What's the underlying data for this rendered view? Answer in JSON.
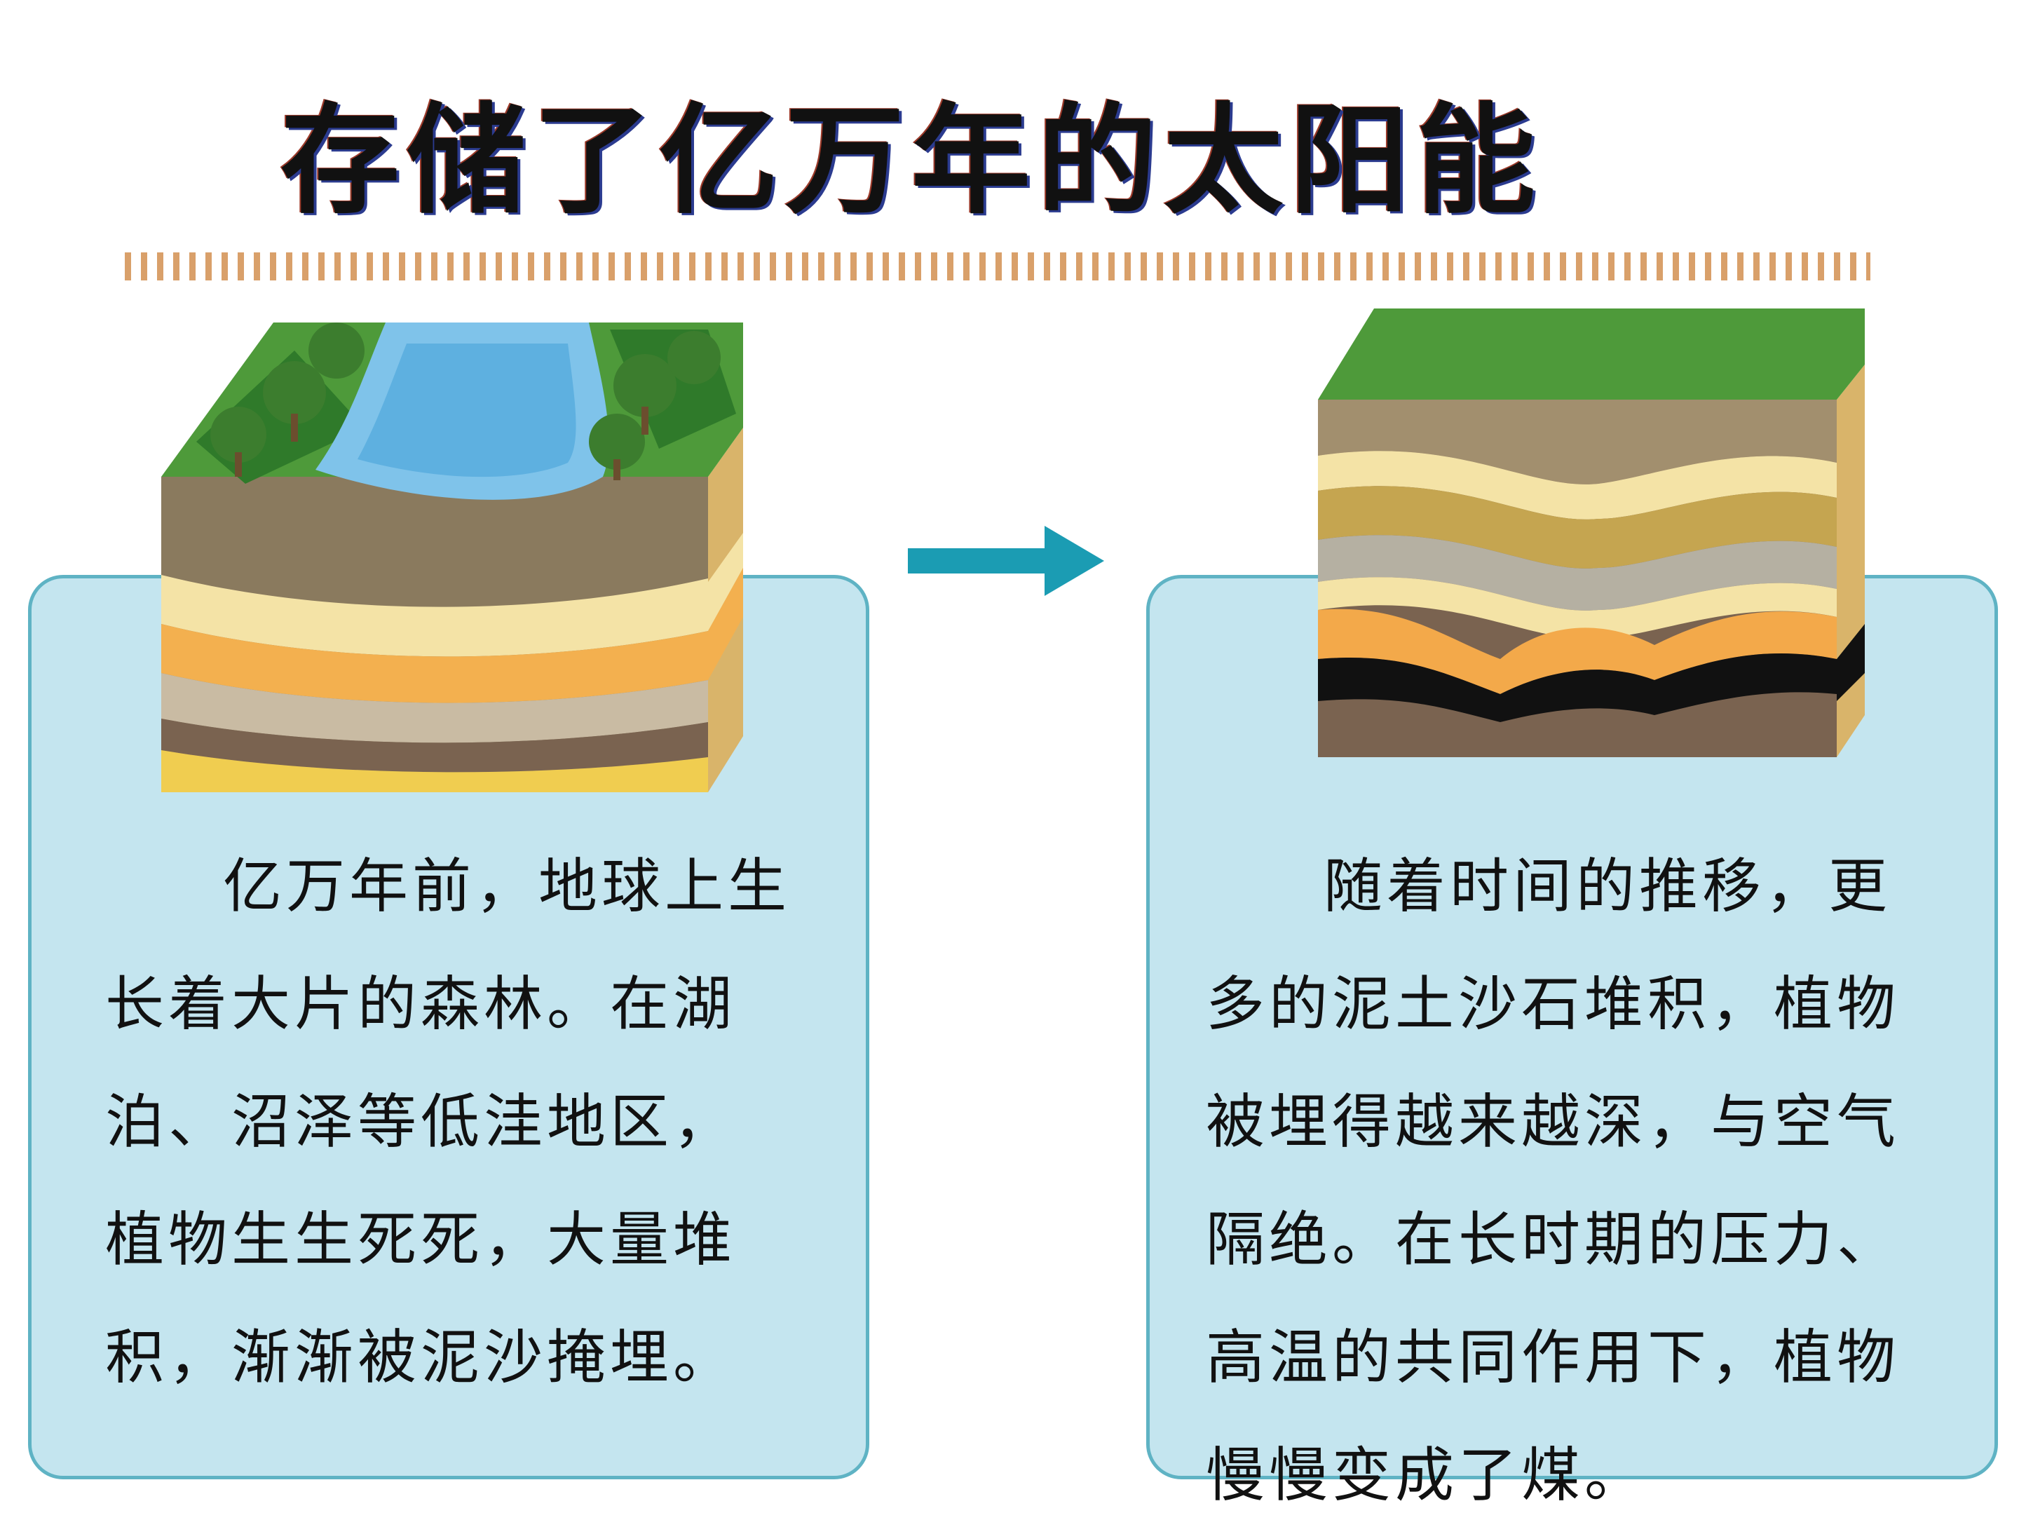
{
  "title": "存储了亿万年的太阳能",
  "left_panel": {
    "text": "亿万年前，地球上生长着大片的森林。在湖泊、沼泽等低洼地区，植物生生死死，大量堆积，渐渐被泥沙掩埋。"
  },
  "right_panel": {
    "text": "随着时间的推移，更多的泥土沙石堆积，植物被埋得越来越深，与空气隔绝。在长时期的压力、高温的共同作用下，植物慢慢变成了煤。"
  },
  "colors": {
    "panel_fill": "#c4e5ef",
    "panel_border": "#5fb3c4",
    "arrow": "#1b9cb3",
    "rule": "#d9a06a"
  }
}
